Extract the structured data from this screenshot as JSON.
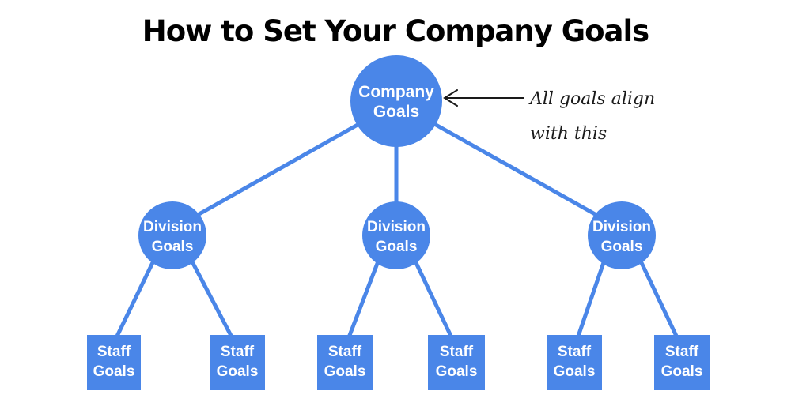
{
  "title": "How to Set Your Company Goals",
  "colors": {
    "node": "#4a86e8",
    "edge": "#4a86e8",
    "label": "#ffffff",
    "title": "#000000",
    "note": "#1a1a1a"
  },
  "nodes": {
    "company": {
      "line1": "Company",
      "line2": "Goals"
    },
    "divisions": [
      {
        "line1": "Division",
        "line2": "Goals"
      },
      {
        "line1": "Division",
        "line2": "Goals"
      },
      {
        "line1": "Division",
        "line2": "Goals"
      }
    ],
    "staff": [
      {
        "line1": "Staff",
        "line2": "Goals"
      },
      {
        "line1": "Staff",
        "line2": "Goals"
      },
      {
        "line1": "Staff",
        "line2": "Goals"
      },
      {
        "line1": "Staff",
        "line2": "Goals"
      },
      {
        "line1": "Staff",
        "line2": "Goals"
      },
      {
        "line1": "Staff",
        "line2": "Goals"
      }
    ]
  },
  "annotation": {
    "line1": "All goals align",
    "line2": "with this"
  }
}
